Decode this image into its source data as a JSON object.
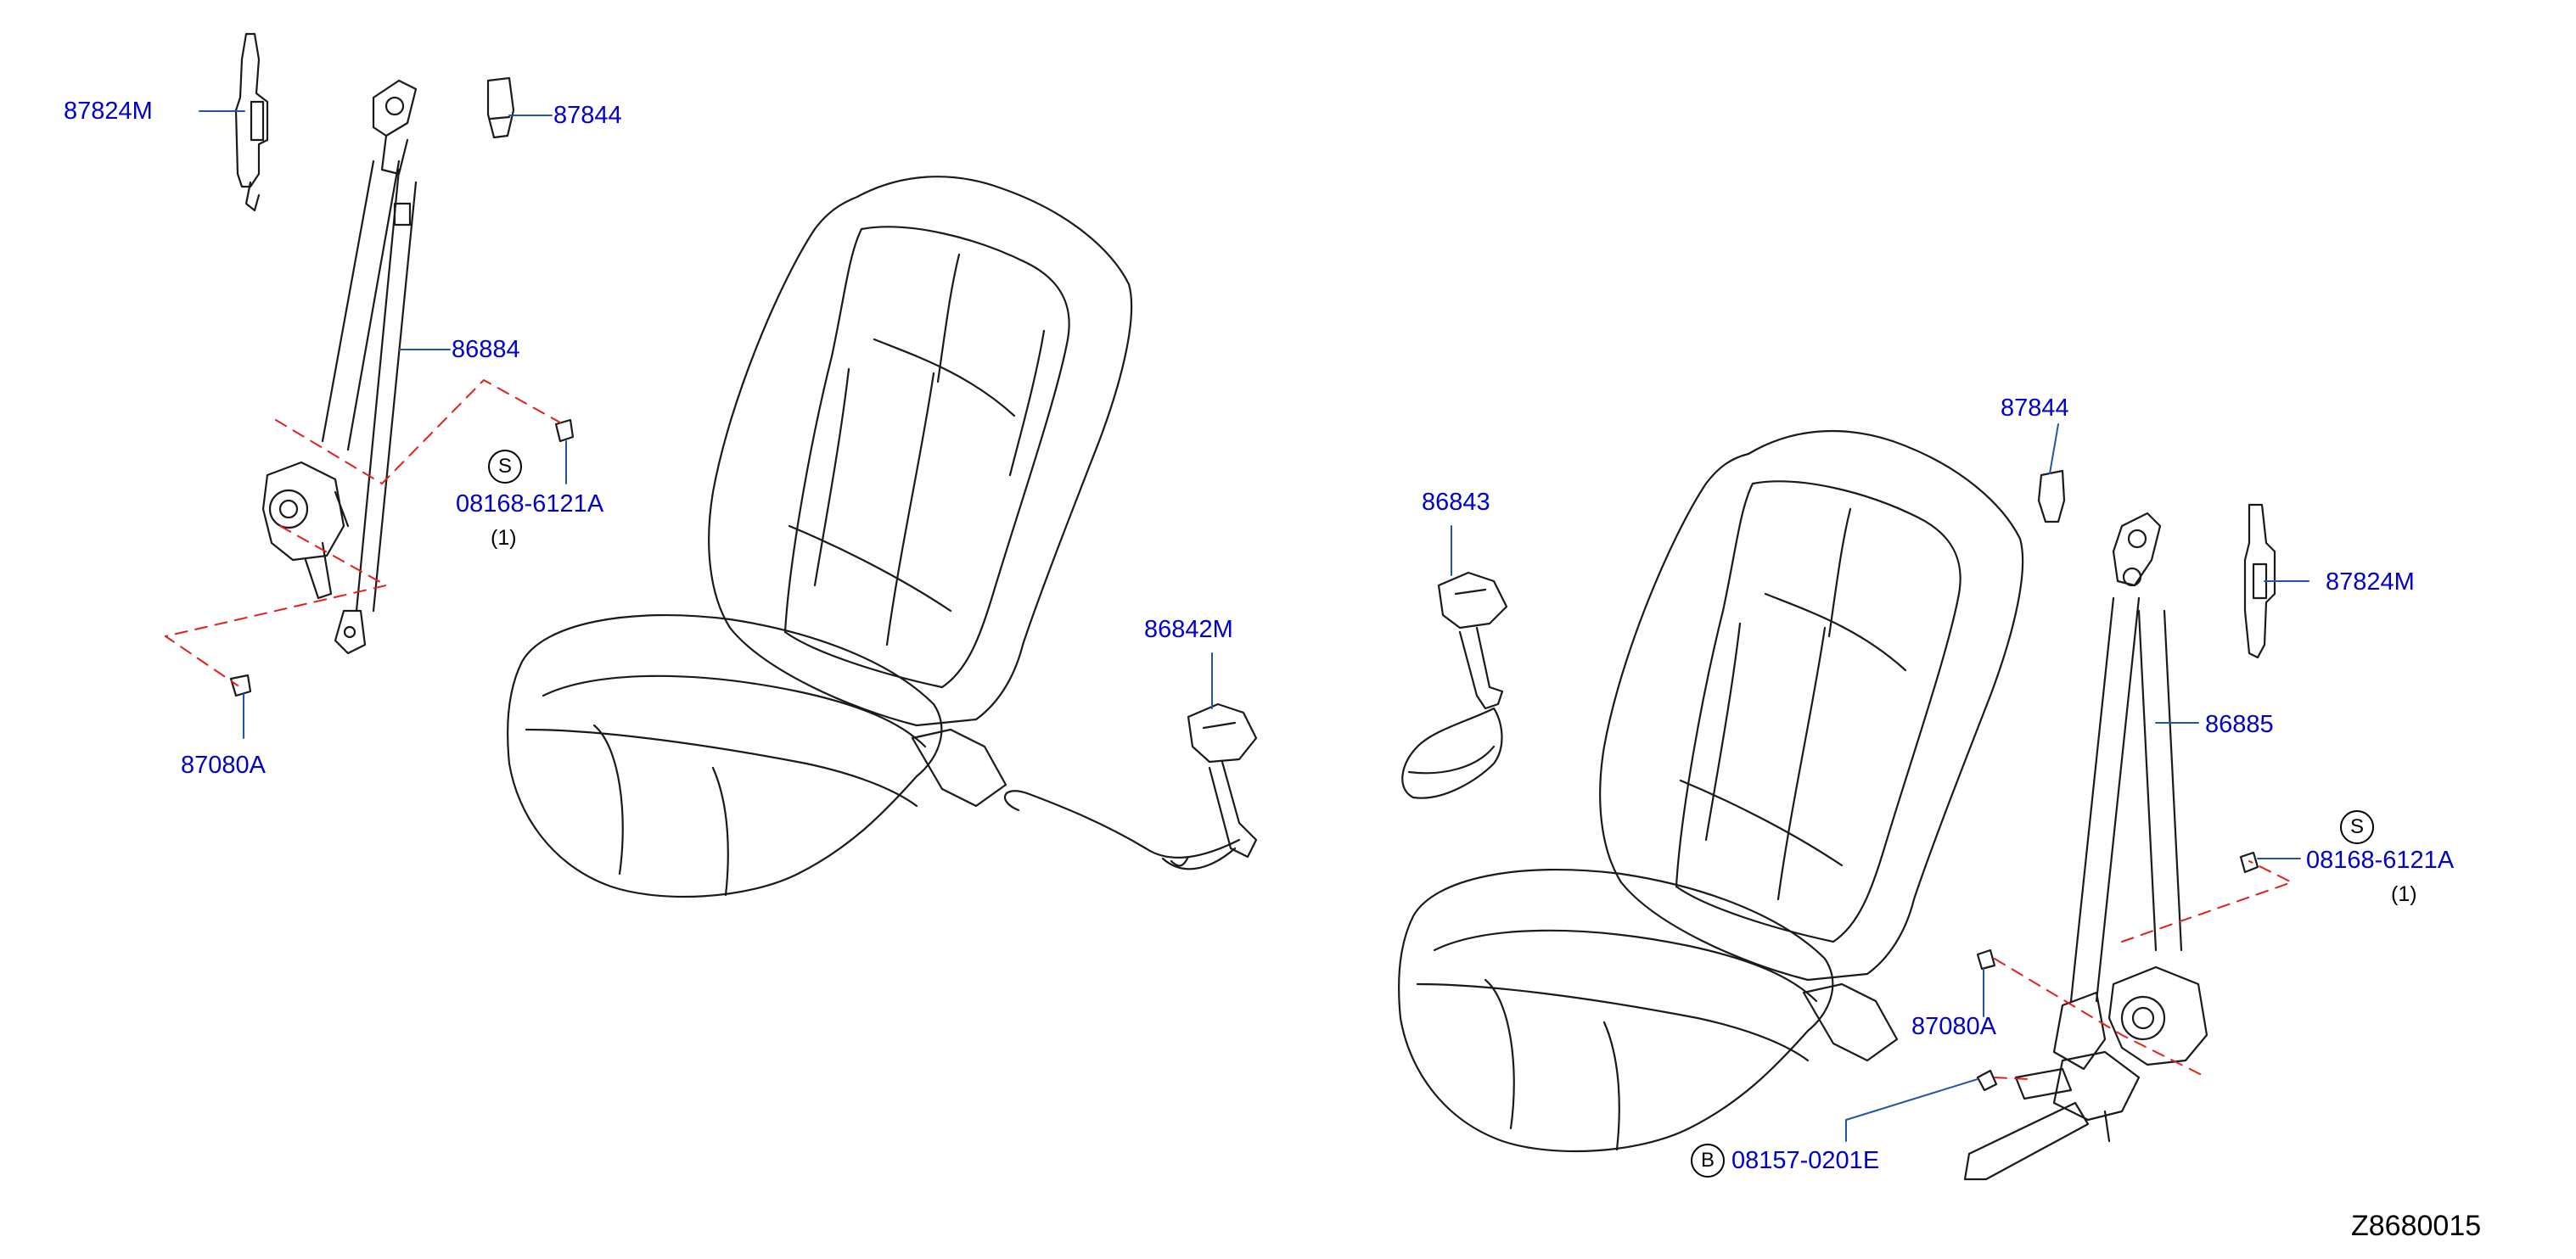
{
  "colors": {
    "label": "#0000cc",
    "line": "#1a1a1a",
    "leader": "#2255aa",
    "dash": "#e0201c",
    "text": "#000000"
  },
  "labels": {
    "p87824m_left": "87824M",
    "p87844_left": "87844",
    "p86884": "86884",
    "p08168_left": "08168-6121A",
    "p87080a_left": "87080A",
    "p86843": "86843",
    "p86842m": "86842M",
    "p87844_right": "87844",
    "p87824m_right": "87824M",
    "p86885": "86885",
    "p08168_right": "08168-6121A",
    "p87080a_right": "87080A",
    "p08157": "08157-0201E"
  },
  "quantities": {
    "q_left": "(1)",
    "q_right": "(1)"
  },
  "symbols": {
    "s_left": "S",
    "s_right": "S",
    "b_bottom": "B"
  },
  "diagram_ref": "Z8680015"
}
